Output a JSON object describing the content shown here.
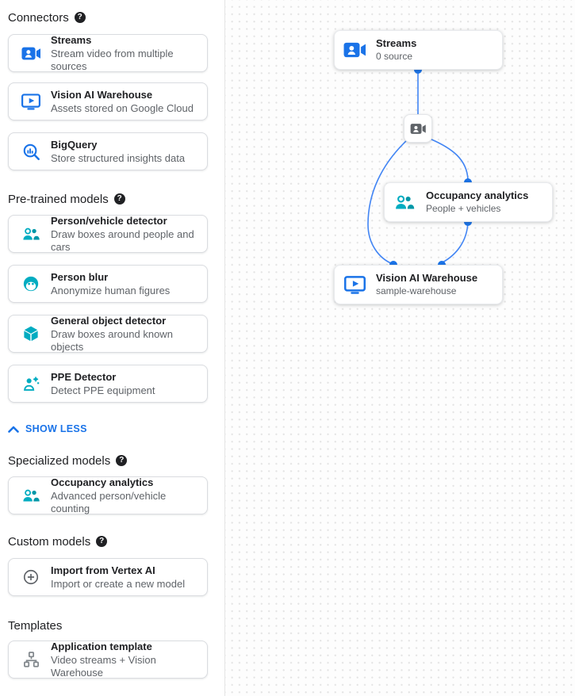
{
  "colors": {
    "accent_blue": "#1a73e8",
    "edge_blue": "#4285f4",
    "icon_teal": "#00acc1",
    "icon_teal_dark": "#0097a7",
    "icon_gray": "#5f6368"
  },
  "icons": {
    "help_glyph": "?"
  },
  "sidebar": {
    "sections": [
      {
        "title": "Connectors",
        "cards": [
          {
            "title": "Streams",
            "subtitle": "Stream video from multiple sources"
          },
          {
            "title": "Vision AI Warehouse",
            "subtitle": "Assets stored on Google Cloud"
          },
          {
            "title": "BigQuery",
            "subtitle": "Store structured insights data"
          }
        ]
      },
      {
        "title": "Pre-trained models",
        "cards": [
          {
            "title": "Person/vehicle detector",
            "subtitle": "Draw boxes around people and cars"
          },
          {
            "title": "Person blur",
            "subtitle": "Anonymize human figures"
          },
          {
            "title": "General object detector",
            "subtitle": "Draw boxes around known objects"
          },
          {
            "title": "PPE Detector",
            "subtitle": "Detect PPE equipment"
          }
        ]
      },
      {
        "title": "Specialized models",
        "cards": [
          {
            "title": "Occupancy analytics",
            "subtitle": "Advanced person/vehicle counting"
          }
        ]
      },
      {
        "title": "Custom models",
        "cards": [
          {
            "title": "Import from Vertex AI",
            "subtitle": "Import or create a new model"
          }
        ]
      },
      {
        "title": "Templates",
        "cards": [
          {
            "title": "Application template",
            "subtitle": "Video streams + Vision Warehouse"
          }
        ]
      }
    ],
    "show_less_label": "SHOW LESS"
  },
  "canvas": {
    "nodes": [
      {
        "title": "Streams",
        "subtitle": "0 source"
      },
      {
        "title": "Occupancy analytics",
        "subtitle": "People + vehicles"
      },
      {
        "title": "Vision AI Warehouse",
        "subtitle": "sample-warehouse"
      }
    ]
  }
}
